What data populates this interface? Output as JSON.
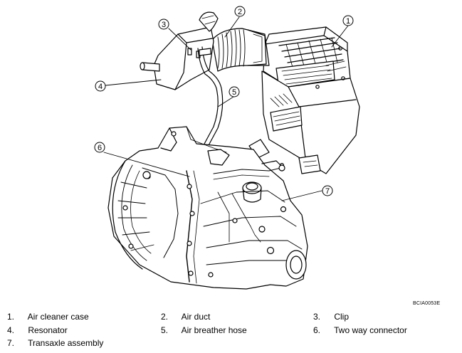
{
  "figure_code": "BCIA0053E",
  "callouts": [
    {
      "number": "1"
    },
    {
      "number": "2"
    },
    {
      "number": "3"
    },
    {
      "number": "4"
    },
    {
      "number": "5"
    },
    {
      "number": "6"
    },
    {
      "number": "7"
    }
  ],
  "legend": [
    {
      "number": "1.",
      "label": "Air cleaner case"
    },
    {
      "number": "2.",
      "label": "Air duct"
    },
    {
      "number": "3.",
      "label": "Clip"
    },
    {
      "number": "4.",
      "label": "Resonator"
    },
    {
      "number": "5.",
      "label": "Air breather hose"
    },
    {
      "number": "6.",
      "label": "Two way connector"
    },
    {
      "number": "7.",
      "label": "Transaxle assembly"
    }
  ]
}
